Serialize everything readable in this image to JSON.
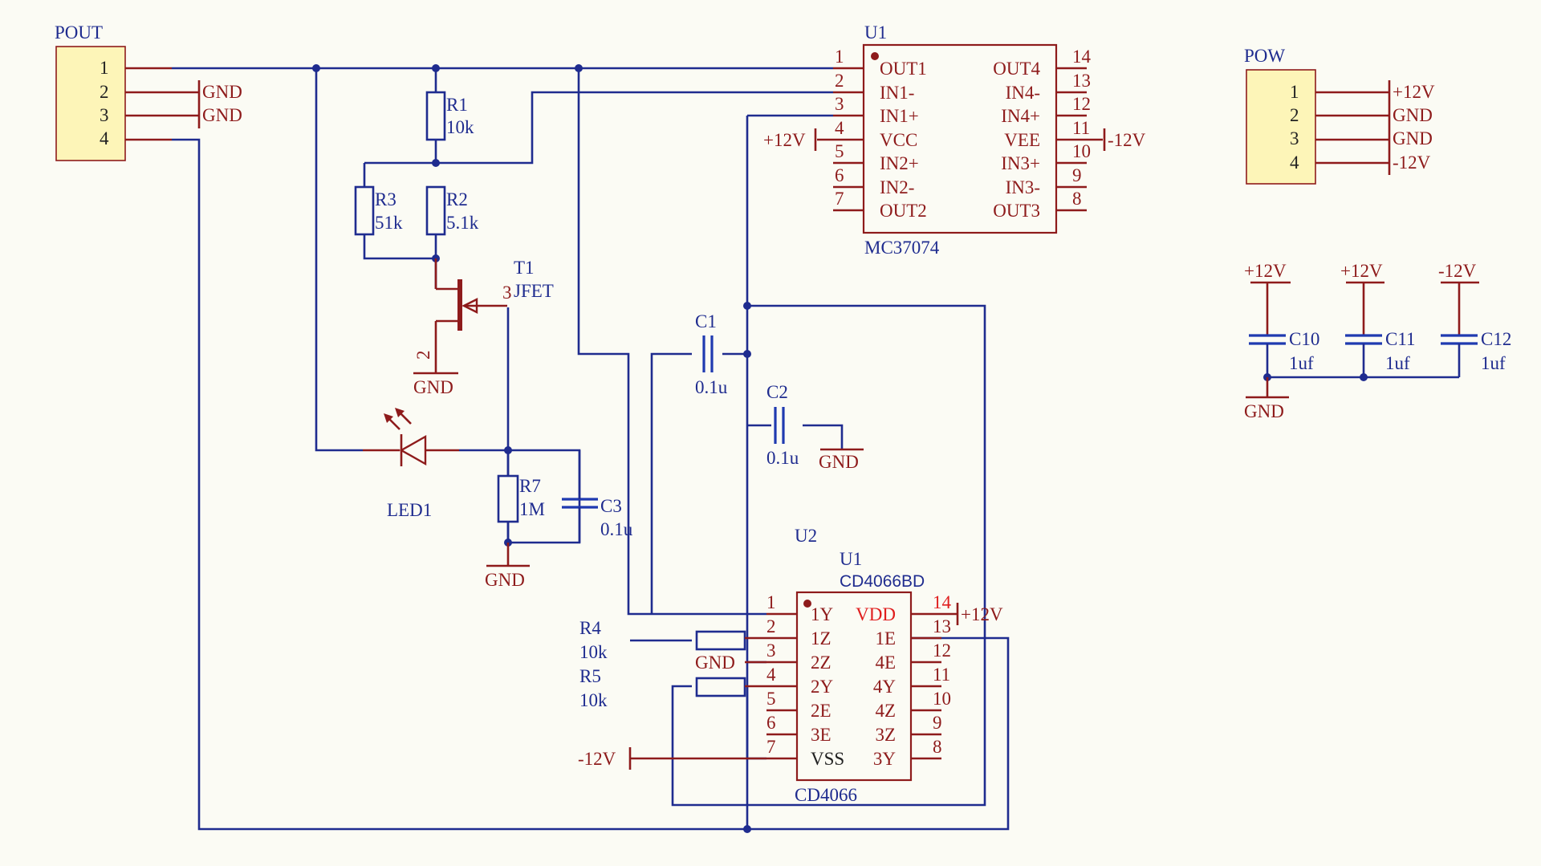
{
  "colors": {
    "background": "#fbfbf4",
    "wire": "#1f2c8f",
    "component_red": "#8e1b1b",
    "connector_fill": "#fdf5b8",
    "pin_label_highlight": "#e01e1e"
  },
  "connectors": {
    "pout": {
      "name": "POUT",
      "pins": [
        "1",
        "2",
        "3",
        "4"
      ],
      "net_2": "GND",
      "net_3": "GND"
    },
    "pow": {
      "name": "POW",
      "pins": [
        "1",
        "2",
        "3",
        "4"
      ],
      "nets": [
        "+12V",
        "GND",
        "GND",
        "-12V"
      ]
    }
  },
  "opamp": {
    "ref": "U1",
    "part": "MC37074",
    "left_pin_numbers": [
      "1",
      "2",
      "3",
      "4",
      "5",
      "6",
      "7"
    ],
    "left_pin_names": [
      "OUT1",
      "IN1-",
      "IN1+",
      "VCC",
      "IN2+",
      "IN2-",
      "OUT2"
    ],
    "right_pin_numbers": [
      "14",
      "13",
      "12",
      "11",
      "10",
      "9",
      "8"
    ],
    "right_pin_names": [
      "OUT4",
      "IN4-",
      "IN4+",
      "VEE",
      "IN3+",
      "IN3-",
      "OUT3"
    ],
    "vcc_net": "+12V",
    "vee_net": "-12V"
  },
  "switch_ic": {
    "group": "U2",
    "ref": "U1",
    "part": "CD4066BD",
    "footer": "CD4066",
    "left_pin_numbers": [
      "1",
      "2",
      "3",
      "4",
      "5",
      "6",
      "7"
    ],
    "left_pin_names": [
      "1Y",
      "1Z",
      "2Z",
      "2Y",
      "2E",
      "3E",
      "VSS"
    ],
    "right_pin_numbers": [
      "14",
      "13",
      "12",
      "11",
      "10",
      "9",
      "8"
    ],
    "right_pin_names": [
      "VDD",
      "1E",
      "4E",
      "4Y",
      "4Z",
      "3Z",
      "3Y"
    ],
    "vdd_net": "+12V",
    "vss_net": "-12V",
    "pin3_net": "GND"
  },
  "resistors": {
    "r1": {
      "ref": "R1",
      "value": "10k"
    },
    "r2": {
      "ref": "R2",
      "value": "5.1k"
    },
    "r3": {
      "ref": "R3",
      "value": "51k"
    },
    "r4": {
      "ref": "R4",
      "value": "10k"
    },
    "r5": {
      "ref": "R5",
      "value": "10k"
    },
    "r7": {
      "ref": "R7",
      "value": "1M"
    }
  },
  "capacitors": {
    "c1": {
      "ref": "C1",
      "value": "0.1u"
    },
    "c2": {
      "ref": "C2",
      "value": "0.1u"
    },
    "c3": {
      "ref": "C3",
      "value": "0.1u"
    },
    "c10": {
      "ref": "C10",
      "value": "1uf",
      "net": "+12V"
    },
    "c11": {
      "ref": "C11",
      "value": "1uf",
      "net": "+12V"
    },
    "c12": {
      "ref": "C12",
      "value": "1uf",
      "net": "-12V"
    },
    "decoupling_gnd": "GND"
  },
  "transistor": {
    "ref": "T1",
    "type": "JFET",
    "gate_pin": "3",
    "source_pin": "2",
    "gnd": "GND"
  },
  "led": {
    "ref": "LED1"
  },
  "nets": {
    "c2_gnd": "GND",
    "r7_gnd": "GND"
  }
}
